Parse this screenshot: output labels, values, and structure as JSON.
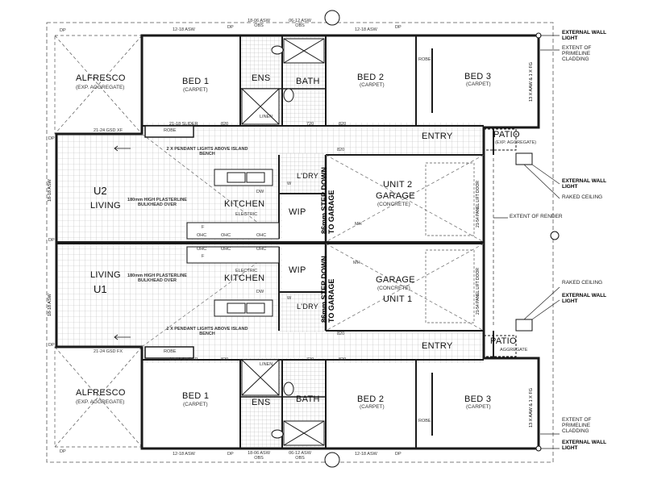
{
  "unit2": {
    "alfresco": "ALFRESCO",
    "alfresco_sub": "(EXP. AGGREGATE)",
    "bed1": "BED 1",
    "bed1_sub": "(CARPET)",
    "ens": "ENS",
    "bath": "BATH",
    "bed2": "BED 2",
    "bed2_sub": "(CARPET)",
    "bed3": "BED 3",
    "bed3_sub": "(CARPET)",
    "robe": "ROBE",
    "linen": "LINEN",
    "entry": "ENTRY",
    "patio": "PATIO",
    "patio_sub": "(EXP. AGGREGATE)",
    "u2": "U2",
    "living": "LIVING",
    "kitchen": "KITCHEN",
    "wip": "WIP",
    "ldry": "L'DRY",
    "unit_name": "UNIT 2",
    "garage": "GARAGE",
    "garage_sub": "(CONCRETE)",
    "step_note": "86mm STEP DOWN TO GARAGE",
    "pendant_note": "2 X PENDANT LIGHTS ABOVE ISLAND BENCH",
    "plasterline_note": "180mm HIGH PLASTERLINE BULKHEAD OVER"
  },
  "unit1": {
    "alfresco": "ALFRESCO",
    "alfresco_sub": "(EXP. AGGREGATE)",
    "bed1": "BED 1",
    "bed1_sub": "(CARPET)",
    "ens": "ENS",
    "bath": "BATH",
    "bed2": "BED 2",
    "bed2_sub": "(CARPET)",
    "bed3": "BED 3",
    "bed3_sub": "(CARPET)",
    "robe": "ROBE",
    "linen": "LINEN",
    "entry": "ENTRY",
    "patio": "PATIO",
    "patio_sub": "AGGREGATE",
    "u1": "U1",
    "living": "LIVING",
    "kitchen": "KITCHEN",
    "wip": "WIP",
    "ldry": "L'DRY",
    "unit_name": "UNIT 1",
    "garage": "GARAGE",
    "garage_sub": "(CONCRETE)",
    "step_note": "86mm STEP DOWN TO GARAGE",
    "pendant_note": "2 X PENDANT LIGHTS ABOVE ISLAND BENCH",
    "plasterline_note": "180mm HIGH PLASTERLINE BULKHEAD OVER"
  },
  "windows": {
    "top_bed1": "12-18 ASW",
    "top_ens": "18-06 ASW OBS",
    "top_bath": "06-12 ASW OBS",
    "top_bed2": "12-18 ASW",
    "bot_bed1": "12-18 ASW",
    "bot_ens": "18-06 ASW OBS",
    "bot_bath": "06-12 ASW OBS",
    "bot_bed2": "12-18 ASW",
    "left_upper": "18-18 ASW",
    "left_lower": "18-18 ASW",
    "slider_top": "21-18 SLIDER",
    "slider_bot": "21-18 SLIDER",
    "gsd_top": "21-24 GSD XF",
    "gsd_bot": "21-24 GSD FX",
    "bed3_top": "13 X AAW & 1 X FG",
    "bed3_bot": "13 X AAW & 1 X FG",
    "lift_door_top": "21-54 PANEL LIFT DOOR",
    "lift_door_bot": "21-54 PANEL LIFT DOOR"
  },
  "annotations": {
    "ext_wall_light_top": "EXTERNAL WALL LIGHT",
    "extent_cladding_top": "EXTENT OF PRIMELINE CLADDING",
    "ext_wall_light_mid_top": "EXTERNAL WALL LIGHT",
    "raked_ceiling_top": "RAKED CEILING",
    "extent_render": "EXTENT OF RENDER",
    "raked_ceiling_bot": "RAKED CEILING",
    "ext_wall_light_mid_bot": "EXTERNAL WALL LIGHT",
    "extent_cladding_bot": "EXTENT OF PRIMELINE CLADDING",
    "ext_wall_light_bot": "EXTERNAL WALL LIGHT"
  },
  "markers": {
    "dp": "DP",
    "door_820": "820",
    "door_720": "720",
    "electric": "ELECTRIC",
    "ohc": "OHC",
    "fridge": "F",
    "w": "W",
    "mh": "MH",
    "dw": "DW"
  }
}
